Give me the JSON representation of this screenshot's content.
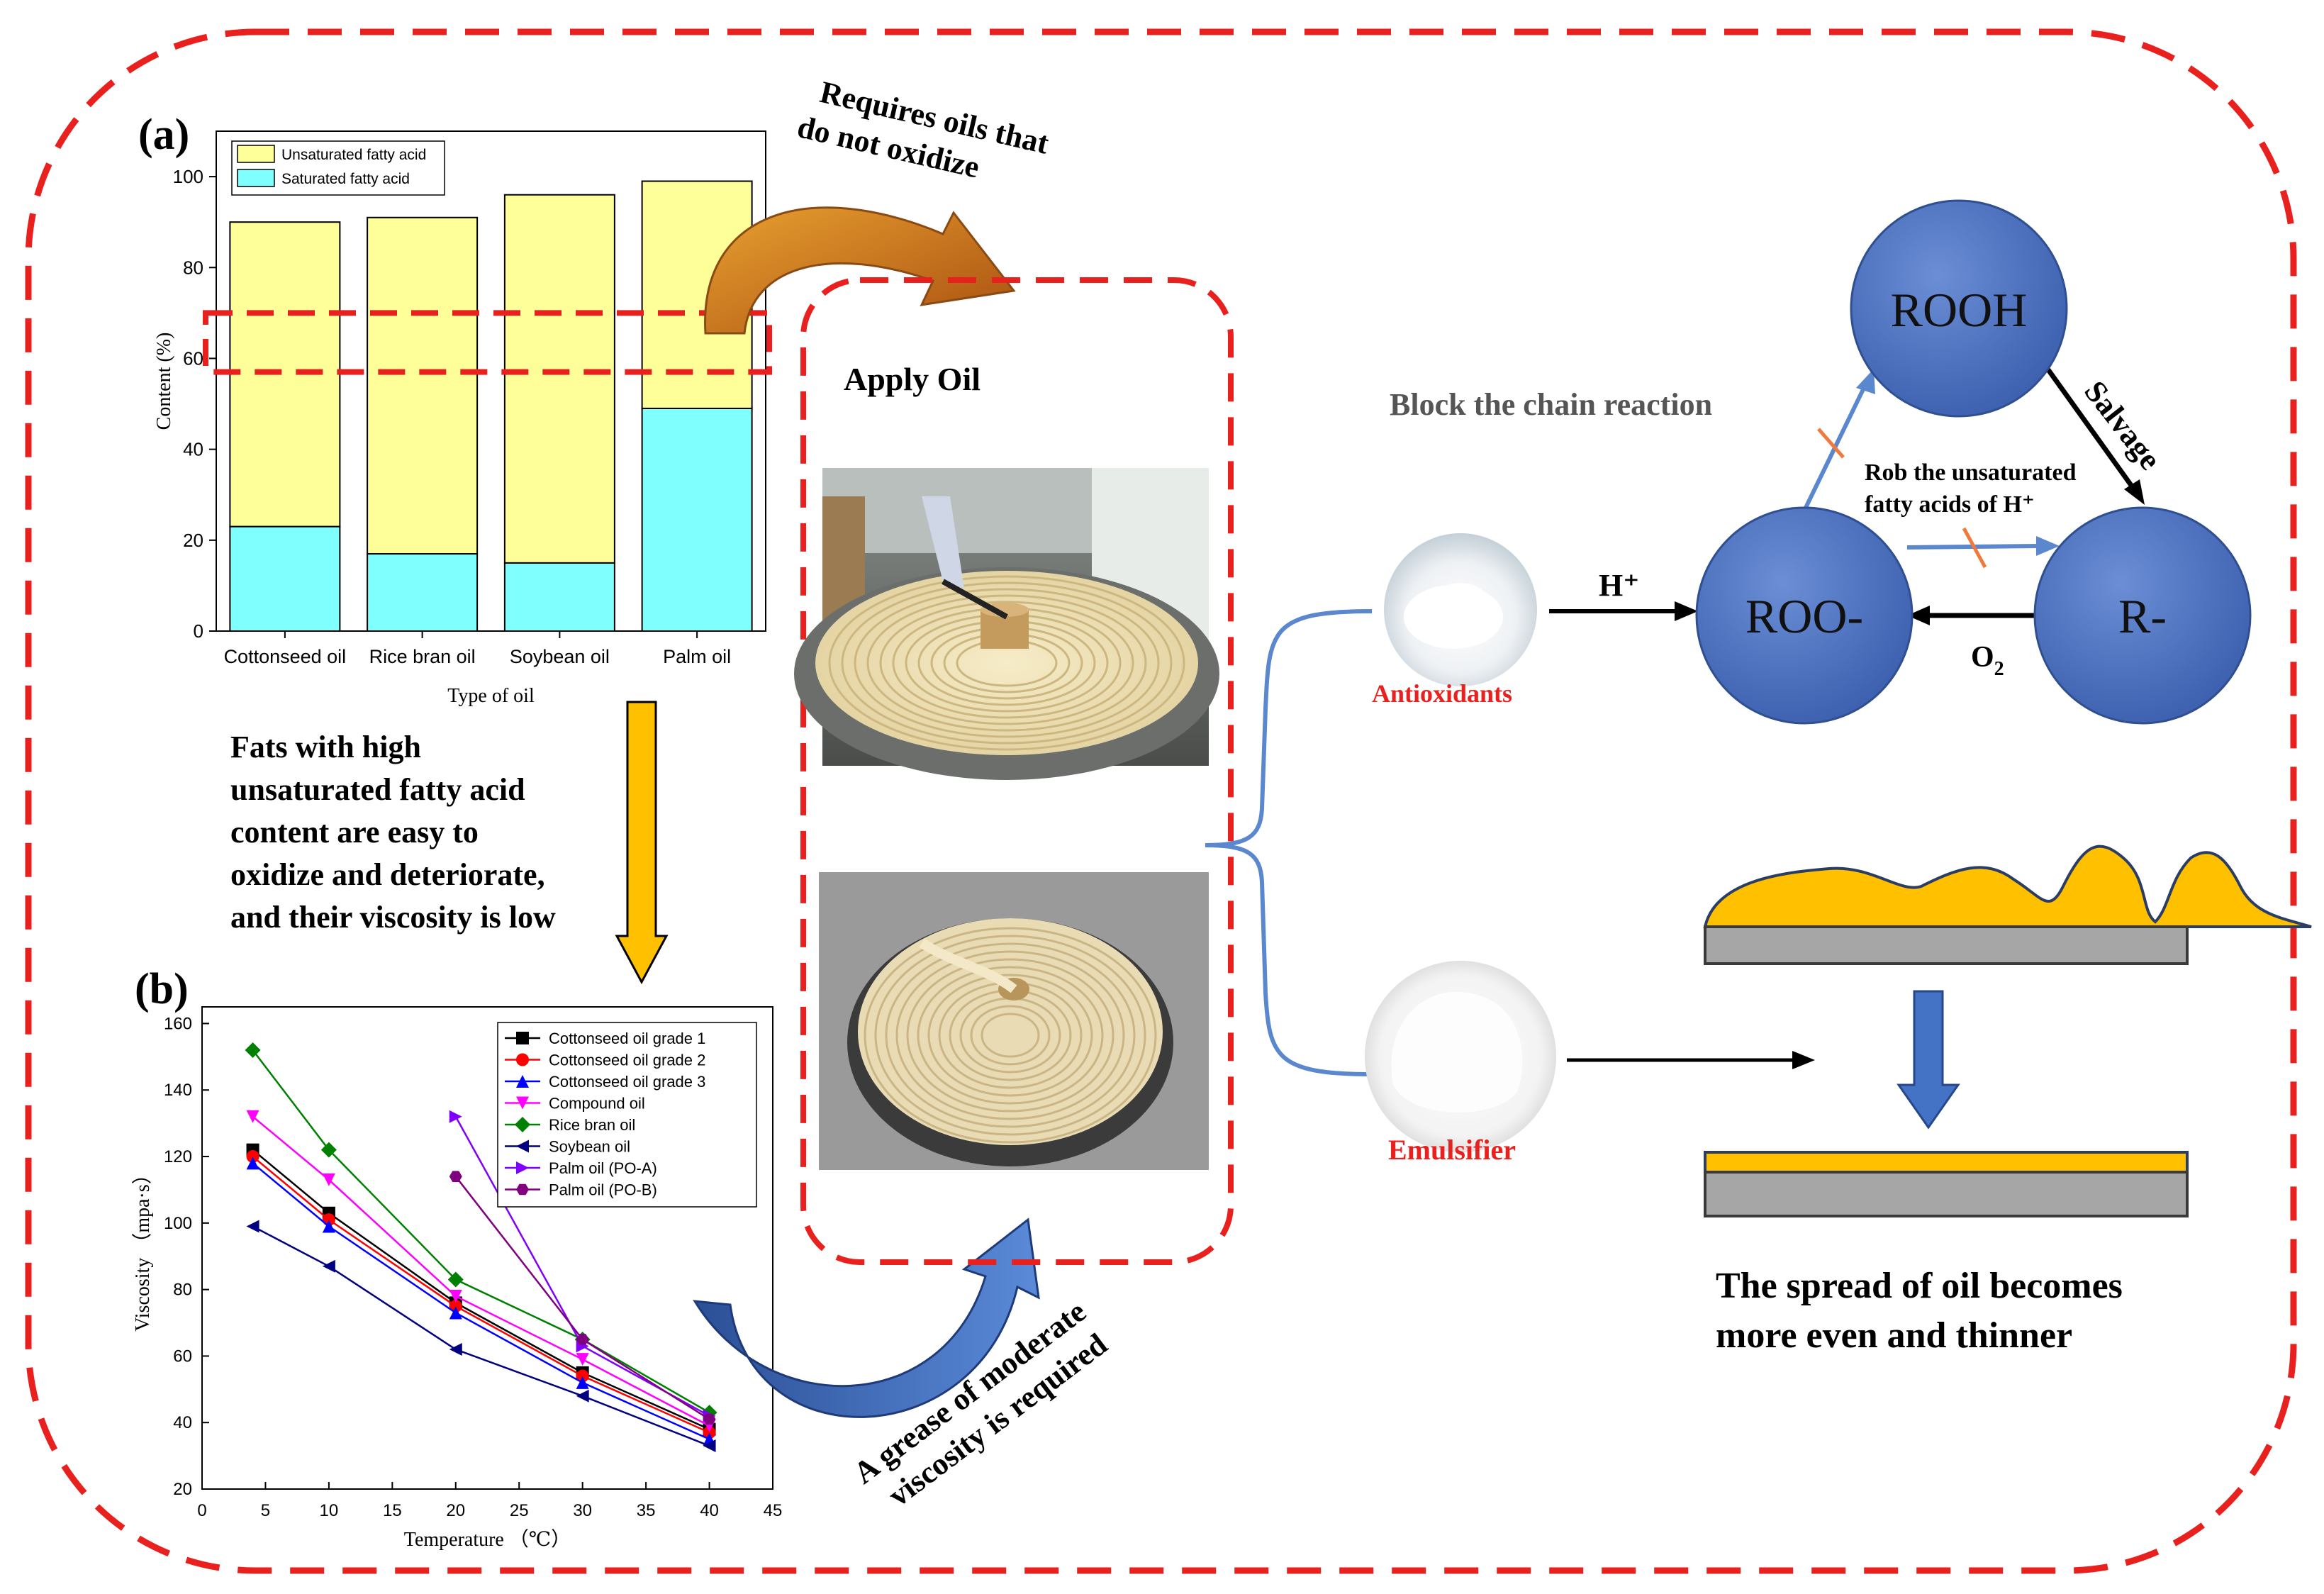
{
  "panel_a": {
    "label": "(a)",
    "arrow_note": [
      "Requires oils that",
      "do not oxidize"
    ],
    "down_note": [
      "Fats with high",
      "unsaturated fatty acid",
      "content are easy to",
      "oxidize and deteriorate,",
      "and their viscosity is low"
    ]
  },
  "panel_b": {
    "label": "(b)",
    "arrow_note": [
      "A grease of moderate",
      "viscosity is required"
    ]
  },
  "middle": {
    "title": "Apply Oil"
  },
  "right": {
    "block_label": "Block the chain reaction",
    "rooh": "ROOH",
    "roo": "ROO-",
    "r": "R-",
    "salvage": "Salvage",
    "rob": [
      "Rob the unsaturated",
      "fatty acids of H⁺"
    ],
    "h_plus": "H⁺",
    "o2": "O",
    "o2_sub": "2",
    "antioxidants": "Antioxidants",
    "emulsifier": "Emulsifier",
    "spread": [
      "The spread of oil becomes",
      "more even and thinner"
    ]
  },
  "colors": {
    "frame_red": "#e8211e",
    "unsaturated": "#ffff99",
    "saturated": "#80ffff",
    "node_blue": "#4f72c4",
    "oil_gold": "#ffc000",
    "arrow_blue": "#4472c4",
    "arrow_orange": "#d8761c"
  },
  "chart_data": [
    {
      "type": "bar",
      "stacked": true,
      "categories": [
        "Cottonseed oil",
        "Rice bran oil",
        "Soybean oil",
        "Palm oil"
      ],
      "series": [
        {
          "name": "Saturated fatty acid",
          "values": [
            23,
            17,
            15,
            49
          ],
          "color": "#80ffff"
        },
        {
          "name": "Unsaturated fatty acid",
          "values": [
            67,
            74,
            81,
            50
          ],
          "color": "#ffff99"
        }
      ],
      "xlabel": "Type of oil",
      "ylabel": "Content (%)",
      "ylim": [
        0,
        110
      ],
      "yticks": [
        0,
        20,
        40,
        60,
        80,
        100
      ],
      "legend": "top-left",
      "highlight_band": [
        57,
        70
      ]
    },
    {
      "type": "line",
      "x": [
        4,
        10,
        20,
        30,
        40
      ],
      "xlabel": "Temperature （℃）",
      "ylabel": "Viscosity （mpa·s）",
      "xlim": [
        0,
        45
      ],
      "ylim": [
        20,
        165
      ],
      "xticks": [
        0,
        5,
        10,
        15,
        20,
        25,
        30,
        35,
        40,
        45
      ],
      "yticks": [
        20,
        40,
        60,
        80,
        100,
        120,
        140,
        160
      ],
      "legend": "top-right",
      "series": [
        {
          "name": "Cottonseed oil grade 1",
          "color": "#000000",
          "marker": "square",
          "points": [
            [
              4,
              122
            ],
            [
              10,
              103
            ],
            [
              20,
              76
            ],
            [
              30,
              55
            ],
            [
              40,
              38
            ]
          ]
        },
        {
          "name": "Cottonseed oil grade 2",
          "color": "#ff0000",
          "marker": "circle",
          "points": [
            [
              4,
              120
            ],
            [
              10,
              101
            ],
            [
              20,
              75
            ],
            [
              30,
              54
            ],
            [
              40,
              37
            ]
          ]
        },
        {
          "name": "Cottonseed oil grade 3",
          "color": "#0000ff",
          "marker": "triangle-up",
          "points": [
            [
              4,
              118
            ],
            [
              10,
              99
            ],
            [
              20,
              73
            ],
            [
              30,
              52
            ],
            [
              40,
              35
            ]
          ]
        },
        {
          "name": "Compound oil",
          "color": "#ff00ff",
          "marker": "triangle-down",
          "points": [
            [
              4,
              132
            ],
            [
              10,
              113
            ],
            [
              20,
              78
            ],
            [
              30,
              59
            ],
            [
              40,
              39
            ]
          ]
        },
        {
          "name": "Rice bran oil",
          "color": "#008000",
          "marker": "diamond",
          "points": [
            [
              4,
              152
            ],
            [
              10,
              122
            ],
            [
              20,
              83
            ],
            [
              30,
              65
            ],
            [
              40,
              43
            ]
          ]
        },
        {
          "name": "Soybean oil",
          "color": "#000080",
          "marker": "triangle-left",
          "points": [
            [
              4,
              99
            ],
            [
              10,
              87
            ],
            [
              20,
              62
            ],
            [
              30,
              48
            ],
            [
              40,
              33
            ]
          ]
        },
        {
          "name": "Palm oil (PO-A)",
          "color": "#8000ff",
          "marker": "triangle-right",
          "points": [
            [
              20,
              132
            ],
            [
              30,
              63
            ],
            [
              40,
              42
            ]
          ]
        },
        {
          "name": "Palm oil (PO-B)",
          "color": "#800080",
          "marker": "hexagon",
          "points": [
            [
              20,
              114
            ],
            [
              30,
              65
            ],
            [
              40,
              41
            ]
          ]
        }
      ]
    }
  ]
}
